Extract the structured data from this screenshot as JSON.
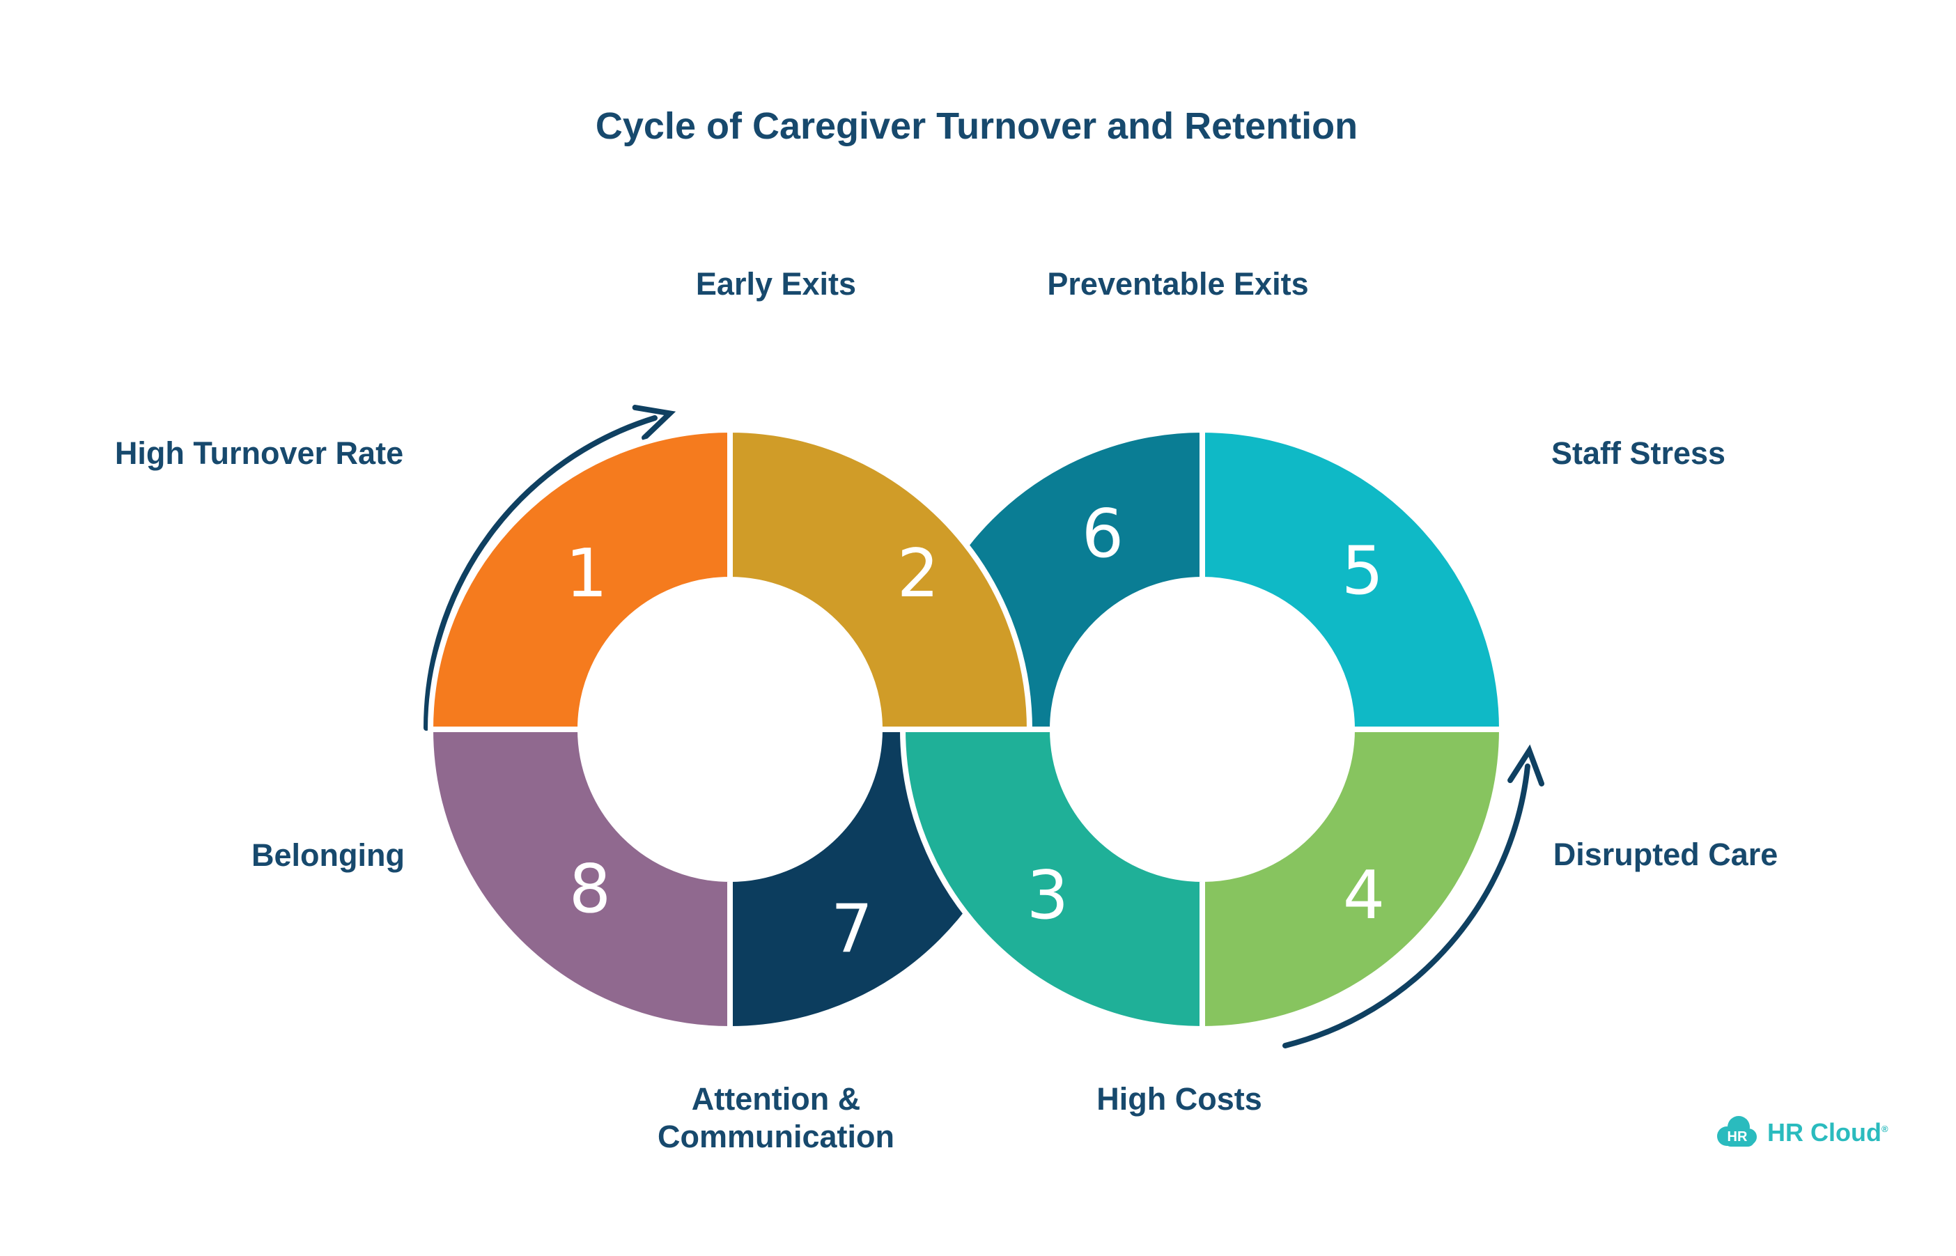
{
  "title": "Cycle of Caregiver Turnover and Retention",
  "segments": [
    {
      "number": "1",
      "label": "High Turnover Rate",
      "color": "#f57b1e"
    },
    {
      "number": "2",
      "label": "Early Exits",
      "color": "#d09c28"
    },
    {
      "number": "3",
      "label": "High Costs",
      "color": "#1fb098"
    },
    {
      "number": "4",
      "label": "Disrupted Care",
      "color": "#87c45f"
    },
    {
      "number": "5",
      "label": "Staff Stress",
      "color": "#0fb9c6"
    },
    {
      "number": "6",
      "label": "Preventable Exits",
      "color": "#0a7d94"
    },
    {
      "number": "7",
      "label": "Attention & Communication",
      "color": "#0c3d5e"
    },
    {
      "number": "8",
      "label": "Belonging",
      "color": "#90698f"
    }
  ],
  "colors": {
    "background": "#ffffff",
    "text_navy": "#17496d",
    "arrow_navy": "#0f4061",
    "number_white": "#ffffff",
    "segment_outline": "#ffffff",
    "logo_teal": "#2abbbe"
  },
  "logo": {
    "icon_text": "HR",
    "name": "HR Cloud",
    "registered_mark": "®"
  }
}
